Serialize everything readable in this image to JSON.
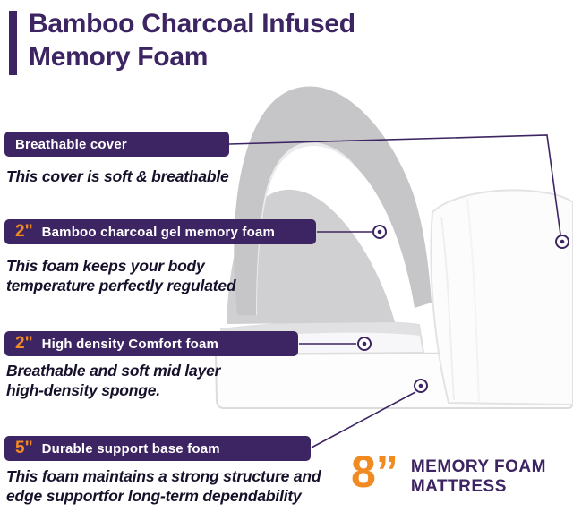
{
  "header": {
    "title_line1": "Bamboo Charcoal Infused",
    "title_line2": "Memory Foam"
  },
  "callouts": [
    {
      "size": "",
      "label": "Breathable cover",
      "desc1": "This cover is soft & breathable",
      "desc2": ""
    },
    {
      "size": "2\"",
      "label": "Bamboo charcoal gel  memory foam",
      "desc1": "This foam keeps your body",
      "desc2": "temperature perfectly regulated"
    },
    {
      "size": "2\"",
      "label": "High density Comfort foam",
      "desc1": "Breathable and soft mid layer",
      "desc2": "high-density sponge."
    },
    {
      "size": "5\"",
      "label": "Durable support base foam",
      "desc1": "This foam maintains a strong structure and",
      "desc2": "edge supportfor long-term dependability"
    }
  ],
  "footer": {
    "size": "8”",
    "line1": "MEMORY FOAM",
    "line2": "MATTRESS"
  },
  "colors": {
    "purple": "#3d2462",
    "orange": "#f18a21",
    "ink": "#17102a"
  }
}
